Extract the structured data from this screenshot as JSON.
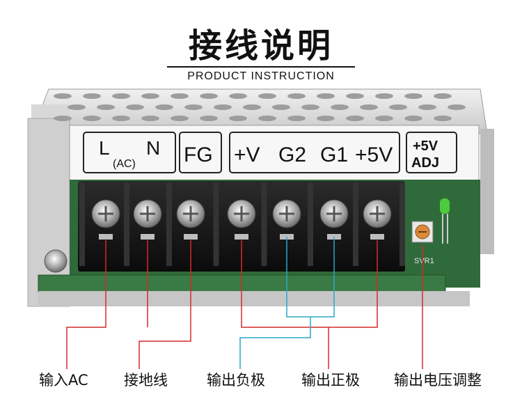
{
  "header": {
    "title": "接线说明",
    "subtitle": "PRODUCT INSTRUCTION"
  },
  "terminal_labels": {
    "l": "L",
    "ac": "(AC)",
    "n": "N",
    "fg": "FG",
    "plus_v": "+V",
    "g2": "G2",
    "g1": "G1",
    "plus_5v": "+5V",
    "adj_top": "+5V",
    "adj_bottom": "ADJ"
  },
  "board_marking": "SVR1",
  "callouts": [
    {
      "label": "输入AC"
    },
    {
      "label": "接地线"
    },
    {
      "label": "输出负极"
    },
    {
      "label": "输出正极"
    },
    {
      "label": "输出电压调整"
    }
  ],
  "colors": {
    "line_red": "#d42a2a",
    "line_blue": "#2aa7c9",
    "terminal_block": "#1a1a1a",
    "pcb_green": "#2f6b3a"
  }
}
